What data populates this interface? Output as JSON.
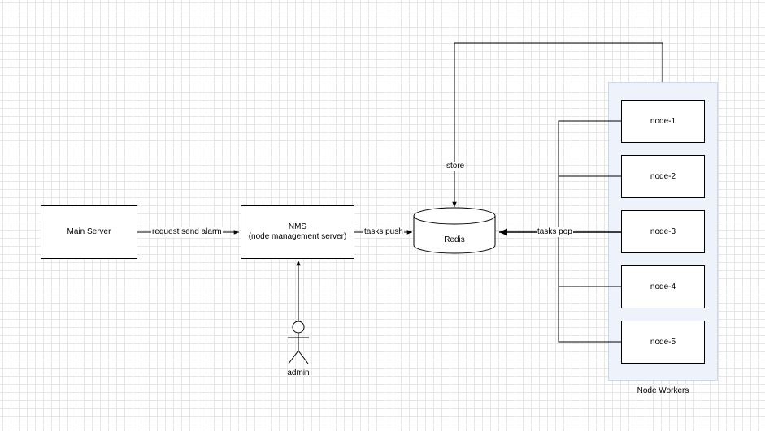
{
  "diagram": {
    "main_server": {
      "label": "Main Server"
    },
    "nms": {
      "title": "NMS",
      "subtitle": "(node management server)"
    },
    "redis": {
      "label": "Redis"
    },
    "actor": {
      "label": "admin"
    },
    "group": {
      "label": "Node Workers"
    },
    "workers": [
      {
        "label": "node-1"
      },
      {
        "label": "node-2"
      },
      {
        "label": "node-3"
      },
      {
        "label": "node-4"
      },
      {
        "label": "node-5"
      }
    ],
    "edges": {
      "request": "request send alarm",
      "push": "tasks push",
      "pop": "tasks pop",
      "store": "store"
    },
    "colors": {
      "group_fill": "#eef3fb",
      "group_border": "#c9d9f1",
      "stroke": "#000000",
      "grid": "#e6e6e6"
    }
  }
}
